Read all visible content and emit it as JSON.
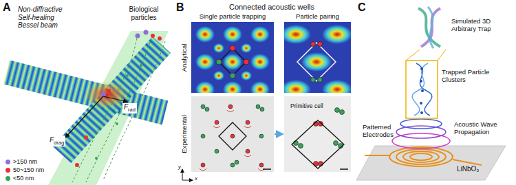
{
  "diagram": {
    "labels": [
      "A",
      "Non-diffractive Self-healing Bessel beam",
      "Biological particles",
      "Fdrag",
      "Frad",
      "B",
      "Connected acoustic wells",
      "Single particle trapping",
      "Particle pairing",
      "Analytical",
      "Experimental",
      "Primitive cell",
      "y",
      "x",
      "C",
      "Simulated 3D Arbitrary Trap",
      "Trapped Particle Clusters",
      "Patterned Electrodes",
      "Acoustic Wave Propagation",
      "LiNbO₃"
    ],
    "legend": [
      {
        "text": ">150 nm",
        "color": "#8a6fd6"
      },
      {
        "text": "50~150 nm",
        "color": "#e8303a"
      },
      {
        "text": "<50 nm",
        "color": "#3aa35a"
      }
    ]
  }
}
